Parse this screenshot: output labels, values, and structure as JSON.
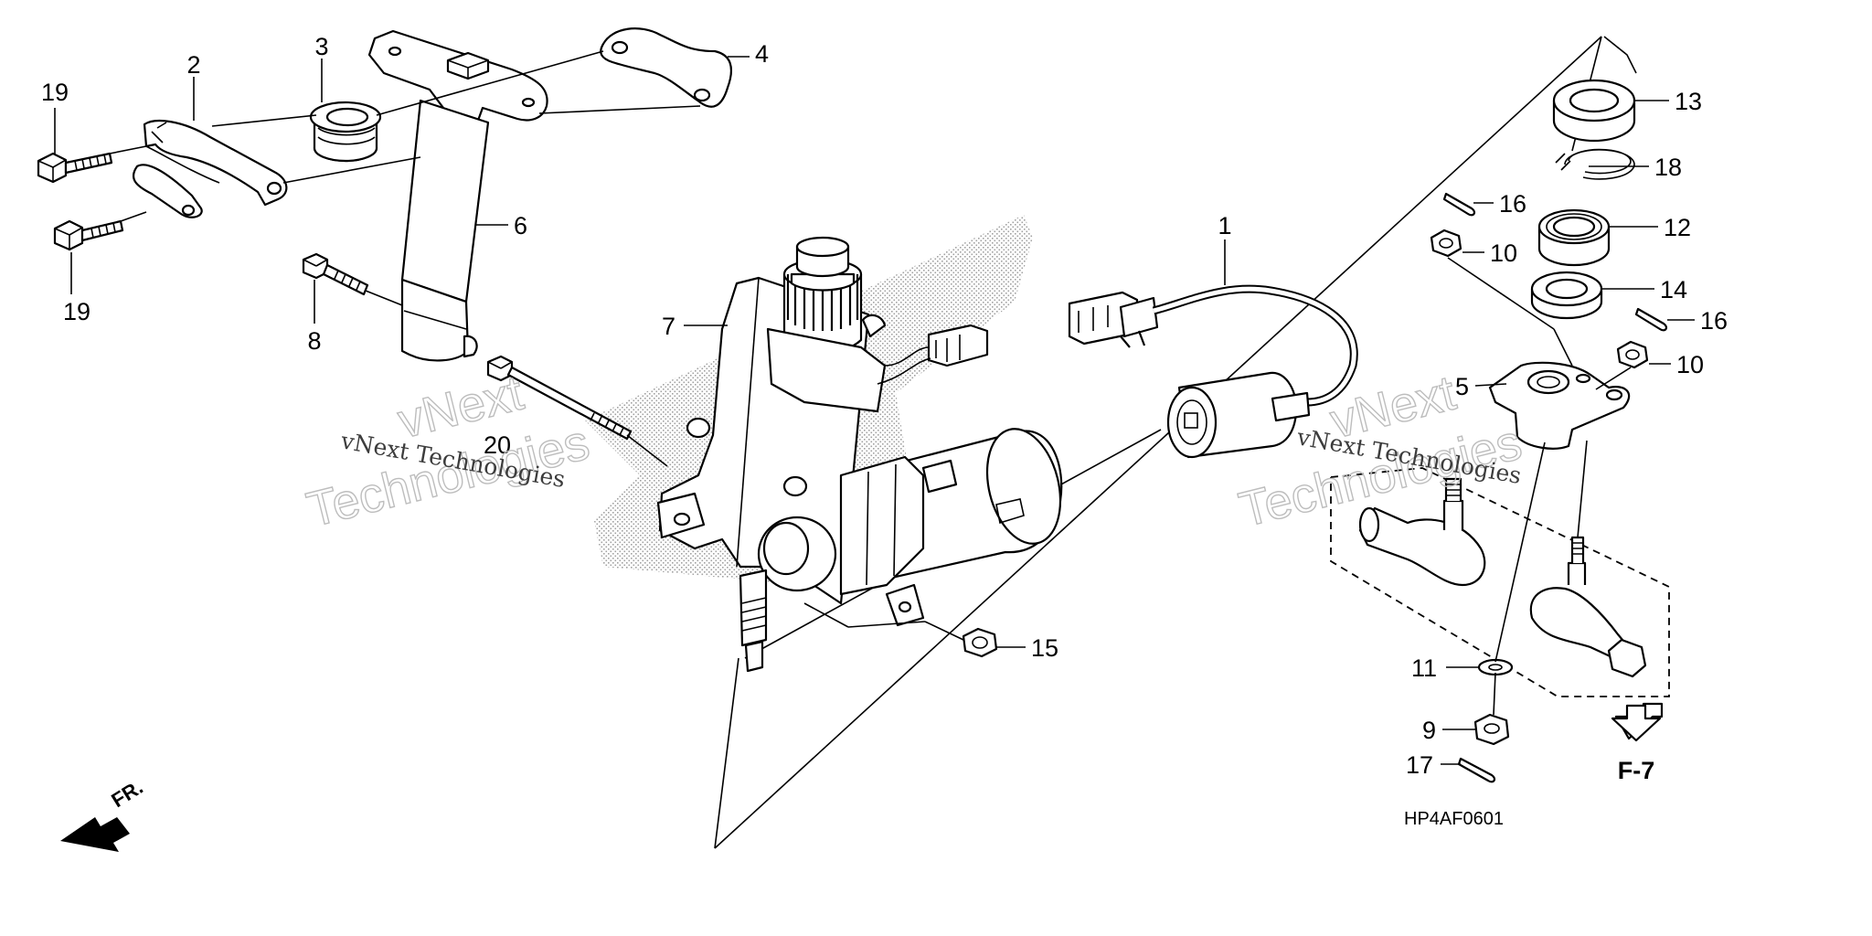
{
  "diagram": {
    "callouts": [
      "1",
      "2",
      "3",
      "4",
      "5",
      "6",
      "7",
      "8",
      "9",
      "10",
      "10",
      "11",
      "12",
      "13",
      "14",
      "15",
      "16",
      "16",
      "17",
      "18",
      "19",
      "19",
      "20"
    ],
    "fr_label": "FR.",
    "ref_section": "F-7",
    "diagram_code": "HP4AF0601",
    "watermark": {
      "line1": "vNext Technologies",
      "line2": "vNext",
      "line3": "Technologies"
    }
  }
}
